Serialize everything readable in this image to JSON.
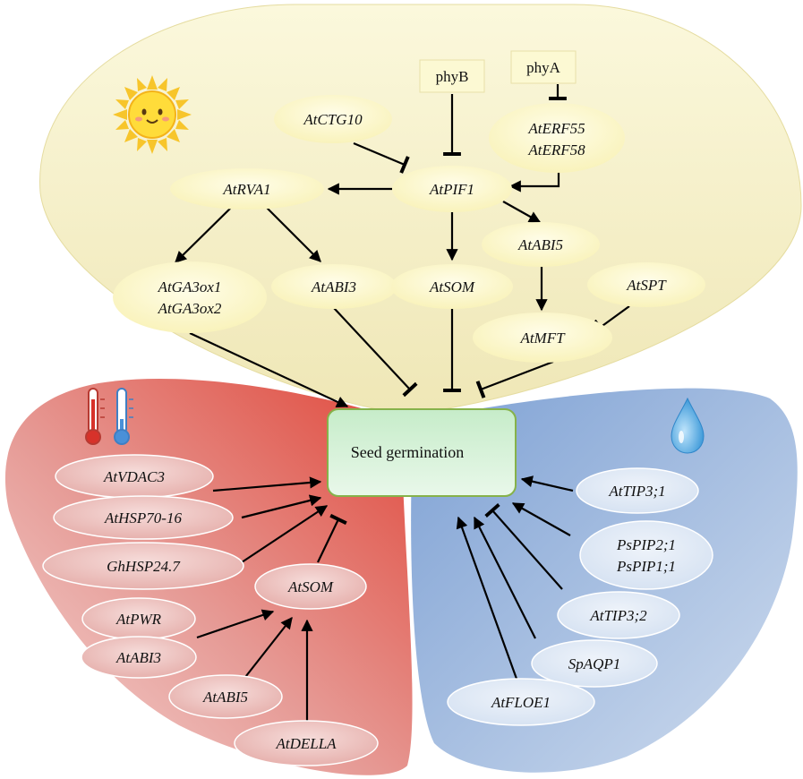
{
  "nodes": {
    "phyB": "phyB",
    "phyA": "phyA",
    "ctg10": "AtCTG10",
    "erf55": "AtERF55",
    "erf58": "AtERF58",
    "pif1": "AtPIF1",
    "rva1": "AtRVA1",
    "abi5_top": "AtABI5",
    "ga3ox1": "AtGA3ox1",
    "ga3ox2": "AtGA3ox2",
    "abi3_top": "AtABI3",
    "som_top": "AtSOM",
    "spt": "AtSPT",
    "mft": "AtMFT",
    "center": "Seed germination",
    "vdac3": "AtVDAC3",
    "hsp70": "AtHSP70-16",
    "ghhsp": "GhHSP24.7",
    "som_red": "AtSOM",
    "pwr": "AtPWR",
    "abi3_red": "AtABI3",
    "abi5_red": "AtABI5",
    "della": "AtDELLA",
    "tip31": "AtTIP3;1",
    "pspip2": "PsPIP2;1",
    "pspip1": "PsPIP1;1",
    "tip32": "AtTIP3;2",
    "spaqp1": "SpAQP1",
    "floe1": "AtFLOE1"
  },
  "colors": {
    "light_region": "#f7f2c8",
    "heat_region": "#e2574a",
    "water_region": "#7fa3d6",
    "center_box": "#cdeecf",
    "node_yellow": "#fcf8c4",
    "node_pink": "#ebc1be",
    "node_blue": "#dde7f4"
  },
  "icons": [
    "sun-icon",
    "thermometer-icon",
    "water-drop-icon"
  ]
}
